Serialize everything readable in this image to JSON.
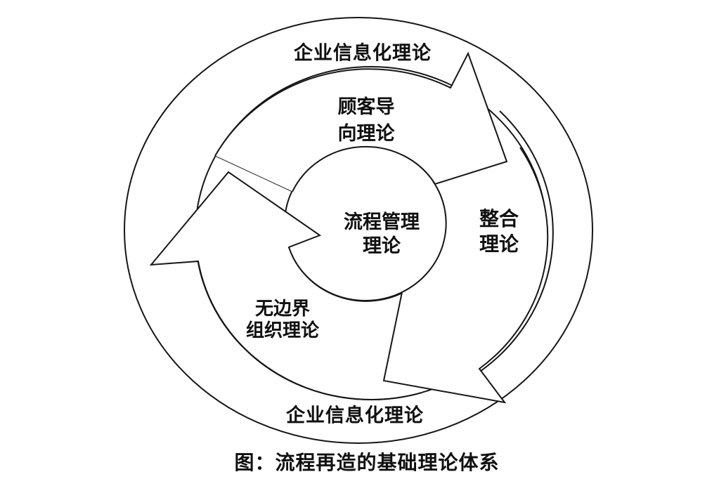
{
  "figure": {
    "caption": "图：流程再造的基础理论体系",
    "colors": {
      "ink": "#161616",
      "background": "#ffffff"
    },
    "outer_ring": {
      "label_top": "企业信息化理论",
      "label_bottom": "企业信息化理论"
    },
    "center_theory": {
      "line1": "流程管理",
      "line2": "理论"
    },
    "cycle_theories": [
      {
        "name": "customer-orientation",
        "line1": "顾客导",
        "line2": "向理论"
      },
      {
        "name": "integration",
        "line1": "整合",
        "line2": "理论"
      },
      {
        "name": "boundaryless-organization",
        "line1": "无边界",
        "line2": "组织理论"
      }
    ]
  }
}
